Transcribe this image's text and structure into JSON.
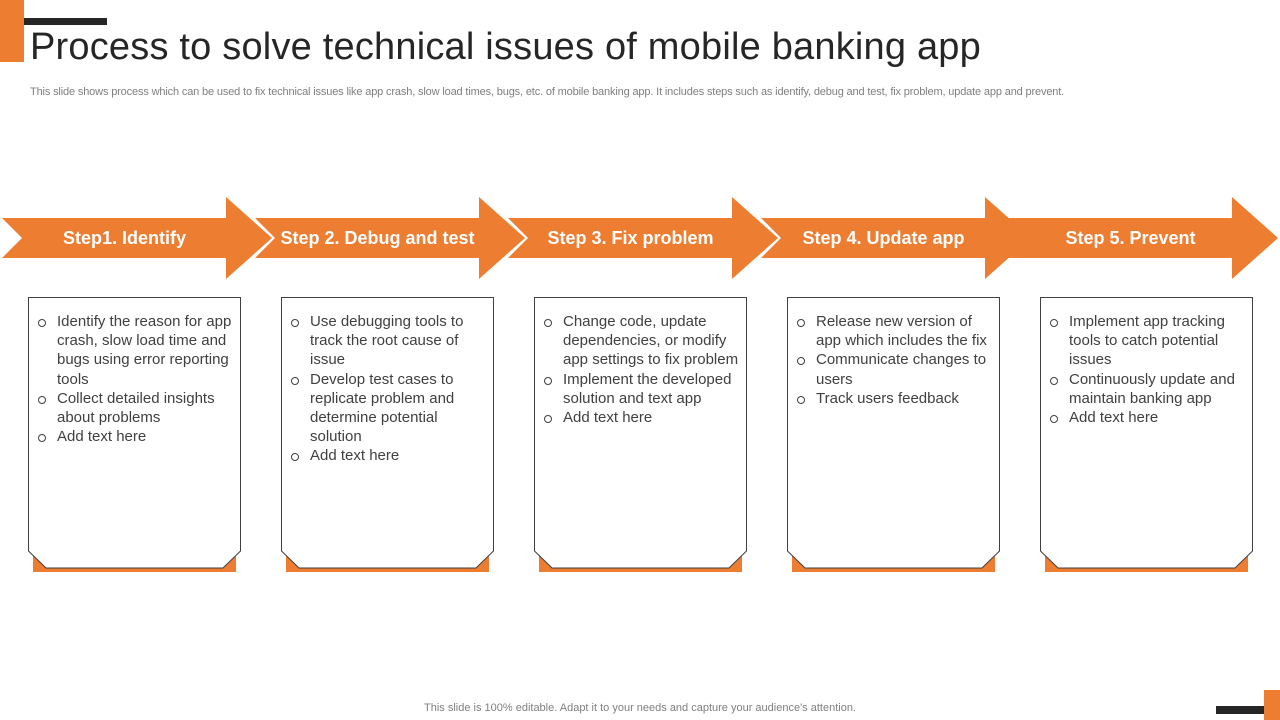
{
  "slide": {
    "title": "Process to solve technical issues of mobile banking app",
    "subtitle": "This slide shows process which can be used to fix technical issues like app crash, slow load times, bugs, etc. of mobile banking app. It includes steps such as identify, debug and test, fix  problem, update app and prevent.",
    "footer": "This slide is 100% editable. Adapt it to your needs and capture your audience's attention."
  },
  "colors": {
    "accent": "#ED7D31",
    "dark": "#262626",
    "text": "#404040",
    "muted": "#7F7F7F"
  },
  "steps": [
    {
      "label": "Step1. Identify",
      "items": [
        "Identify the reason for app crash, slow load time and bugs using error reporting tools",
        "Collect detailed insights about problems",
        "Add text here"
      ]
    },
    {
      "label": "Step 2. Debug and test",
      "items": [
        "Use debugging tools to track the root cause of issue",
        "Develop test cases to replicate problem and determine potential solution",
        "Add text here"
      ]
    },
    {
      "label": "Step 3. Fix problem",
      "items": [
        "Change code, update dependencies, or modify app settings to fix problem",
        "Implement the developed solution and text app",
        "Add text here"
      ]
    },
    {
      "label": "Step 4. Update app",
      "items": [
        "Release new version of app which includes the fix",
        "Communicate changes to users",
        "Track users feedback"
      ]
    },
    {
      "label": "Step 5. Prevent",
      "items": [
        "Implement app tracking tools to catch potential issues",
        "Continuously update and maintain banking app",
        "Add text here"
      ]
    }
  ]
}
